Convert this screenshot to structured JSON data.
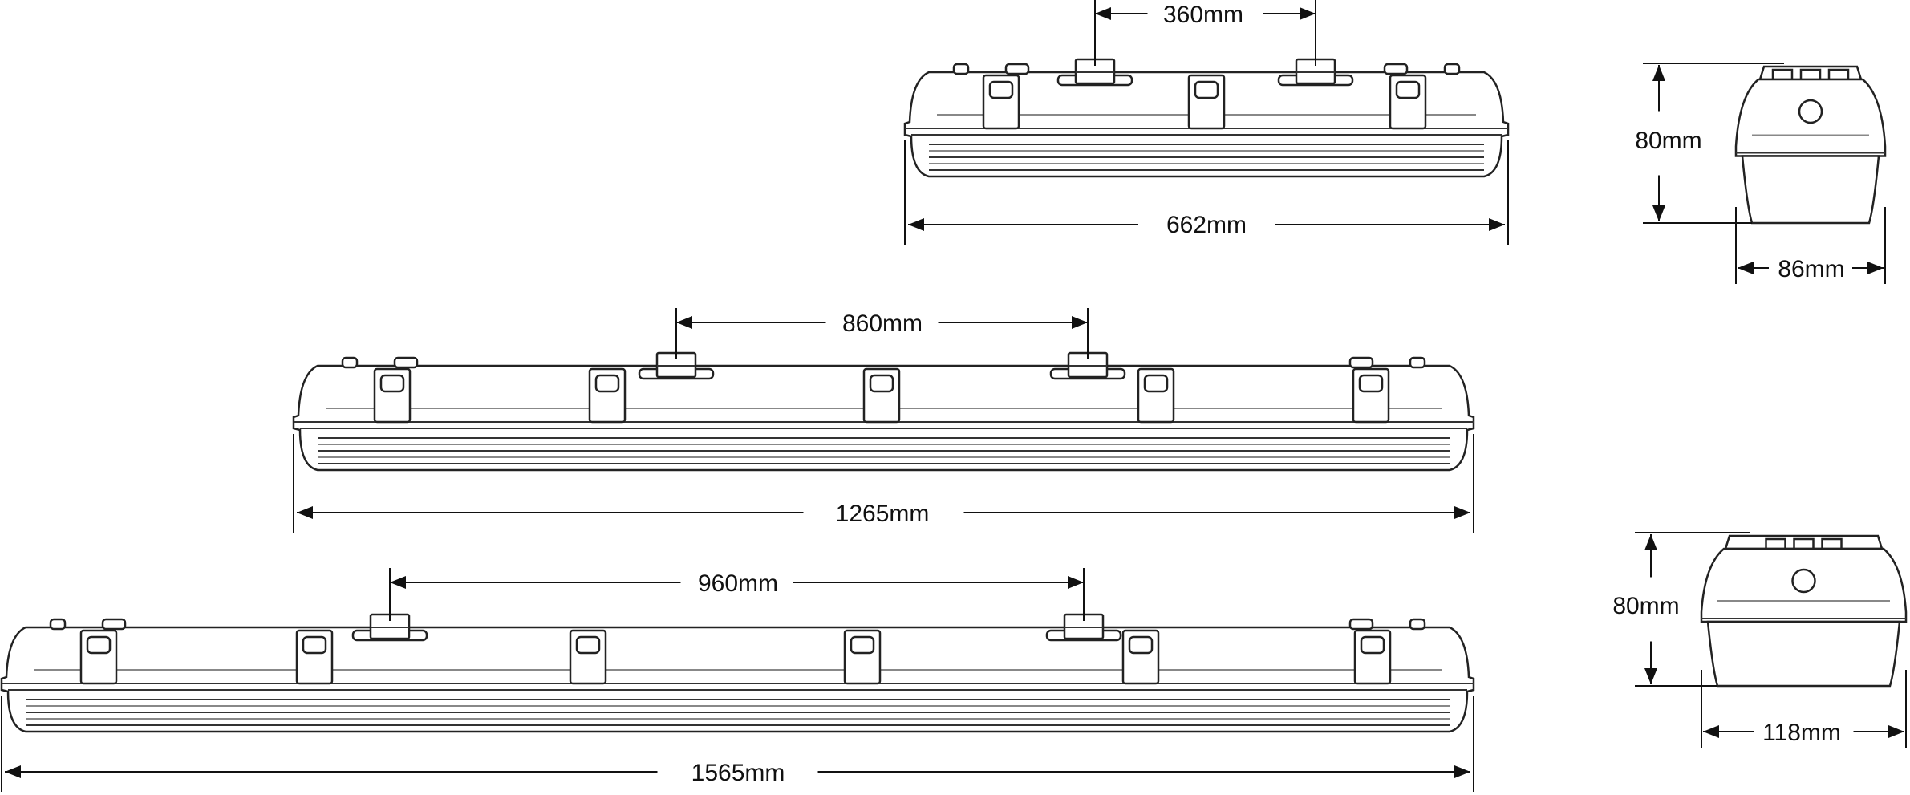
{
  "fixtures": [
    {
      "name": "fixture-662",
      "length_label": "662mm",
      "bracket_label": "360mm"
    },
    {
      "name": "fixture-1265",
      "length_label": "1265mm",
      "bracket_label": "860mm"
    },
    {
      "name": "fixture-1565",
      "length_label": "1565mm",
      "bracket_label": "960mm"
    }
  ],
  "end_views": [
    {
      "name": "end-view-small",
      "height_label": "80mm",
      "width_label": "86mm"
    },
    {
      "name": "end-view-large",
      "height_label": "80mm",
      "width_label": "118mm"
    }
  ]
}
